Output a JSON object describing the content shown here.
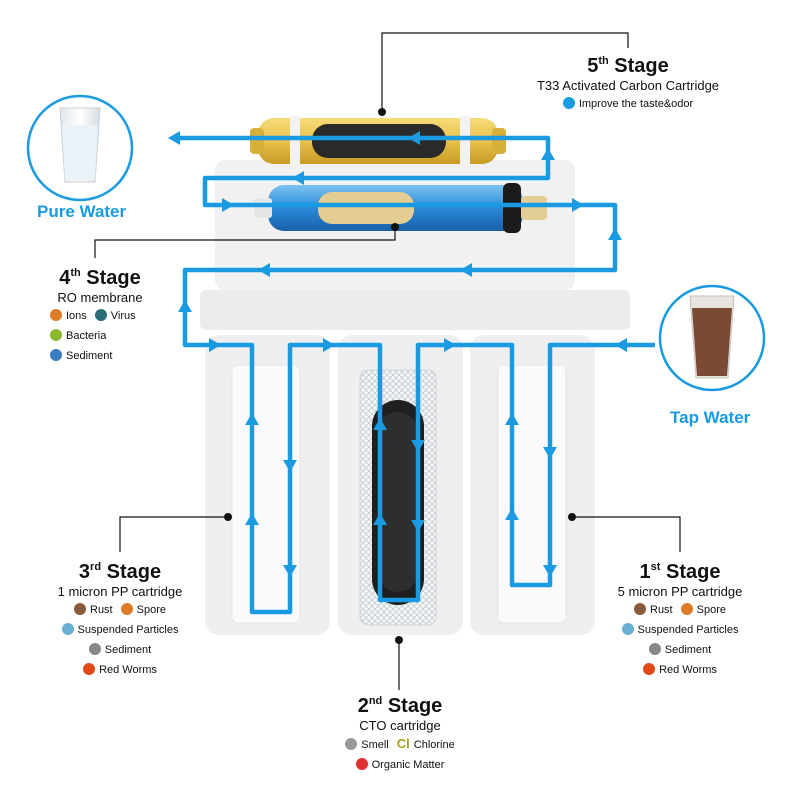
{
  "colors": {
    "flow": "#1a9ae0",
    "caption": "#1a9ae0",
    "leader": "#111111"
  },
  "captions": {
    "pure_water": "Pure Water",
    "tap_water": "Tap Water"
  },
  "stages": {
    "s5": {
      "num": "5",
      "sup": "th",
      "word": "Stage",
      "sub": "T33 Activated Carbon Cartridge",
      "items": [
        {
          "icon": "cup-icon",
          "color": "#1a9ae0",
          "text": "Improve the taste&odor"
        }
      ]
    },
    "s4": {
      "num": "4",
      "sup": "th",
      "word": "Stage",
      "sub": "RO membrane",
      "items": [
        {
          "icon": "ions-icon",
          "color": "#e07b2a",
          "text": "Ions"
        },
        {
          "icon": "virus-icon",
          "color": "#2a6e7a",
          "text": "Virus"
        },
        {
          "icon": "bacteria-icon",
          "color": "#8ab82a",
          "text": "Bacteria"
        },
        {
          "icon": "sediment-icon",
          "color": "#3a7fc0",
          "text": "Sediment"
        }
      ]
    },
    "s3": {
      "num": "3",
      "sup": "rd",
      "word": "Stage",
      "sub": "1 micron PP cartridge",
      "items": [
        {
          "icon": "rust-icon",
          "color": "#8a5a3a",
          "text": "Rust"
        },
        {
          "icon": "spore-icon",
          "color": "#e07b2a",
          "text": "Spore"
        },
        {
          "icon": "particles-icon",
          "color": "#6ab0d0",
          "text": "Suspended Particles"
        },
        {
          "icon": "sediment-icon",
          "color": "#888888",
          "text": "Sediment"
        },
        {
          "icon": "worm-icon",
          "color": "#e04a1a",
          "text": "Red Worms"
        }
      ]
    },
    "s2": {
      "num": "2",
      "sup": "nd",
      "word": "Stage",
      "sub": "CTO cartridge",
      "items": [
        {
          "icon": "smell-icon",
          "color": "#999999",
          "text": "Smell"
        },
        {
          "icon": "chlorine-icon",
          "color": "#a8a020",
          "text": "Chlorine",
          "glyph": "Cl"
        },
        {
          "icon": "organic-icon",
          "color": "#e03030",
          "text": "Organic Matter"
        }
      ]
    },
    "s1": {
      "num": "1",
      "sup": "st",
      "word": "Stage",
      "sub": "5 micron PP cartridge",
      "items": [
        {
          "icon": "rust-icon",
          "color": "#8a5a3a",
          "text": "Rust"
        },
        {
          "icon": "spore-icon",
          "color": "#e07b2a",
          "text": "Spore"
        },
        {
          "icon": "particles-icon",
          "color": "#6ab0d0",
          "text": "Suspended Particles"
        },
        {
          "icon": "sediment-icon",
          "color": "#888888",
          "text": "Sediment"
        },
        {
          "icon": "worm-icon",
          "color": "#e04a1a",
          "text": "Red Worms"
        }
      ]
    }
  }
}
